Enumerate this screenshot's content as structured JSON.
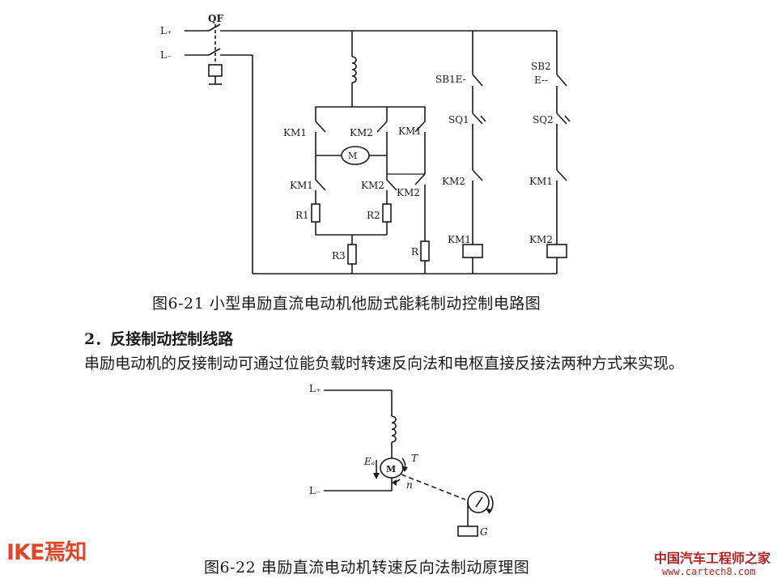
{
  "figure_6_21": {
    "caption": "图6-21 小型串励直流电动机他励式能耗制动控制电路图",
    "labels": {
      "l_plus": "L₊",
      "l_minus": "L₋",
      "qf": "QF",
      "km1": "KM1",
      "km2": "KM2",
      "motor": "M",
      "r1": "R1",
      "r2": "R2",
      "r3": "R3",
      "r": "R",
      "sb1": "SB1E-",
      "sb2": "SB2",
      "sb2_push": "E--",
      "sq1": "SQ1",
      "sq2": "SQ2"
    }
  },
  "section": {
    "heading": "2．反接制动控制线路",
    "paragraph": "串励电动机的反接制动可通过位能负载时转速反向法和电枢直接反接法两种方式来实现。"
  },
  "figure_6_22": {
    "caption": "图6-22 串励直流电动机转速反向法制动原理图",
    "labels": {
      "l_plus": "L₊",
      "l_minus": "L₋",
      "motor": "M",
      "ea": "Eₐ",
      "t": "T",
      "n": "n",
      "g": "G"
    }
  },
  "watermarks": {
    "left_logo": "IKE焉知",
    "right_line1": "中国汽车工程师之家",
    "right_line2": "www.cartech8.com"
  },
  "colors": {
    "line": "#1a1a1a",
    "logo": "#e0452a",
    "watermark": "#b22222"
  }
}
